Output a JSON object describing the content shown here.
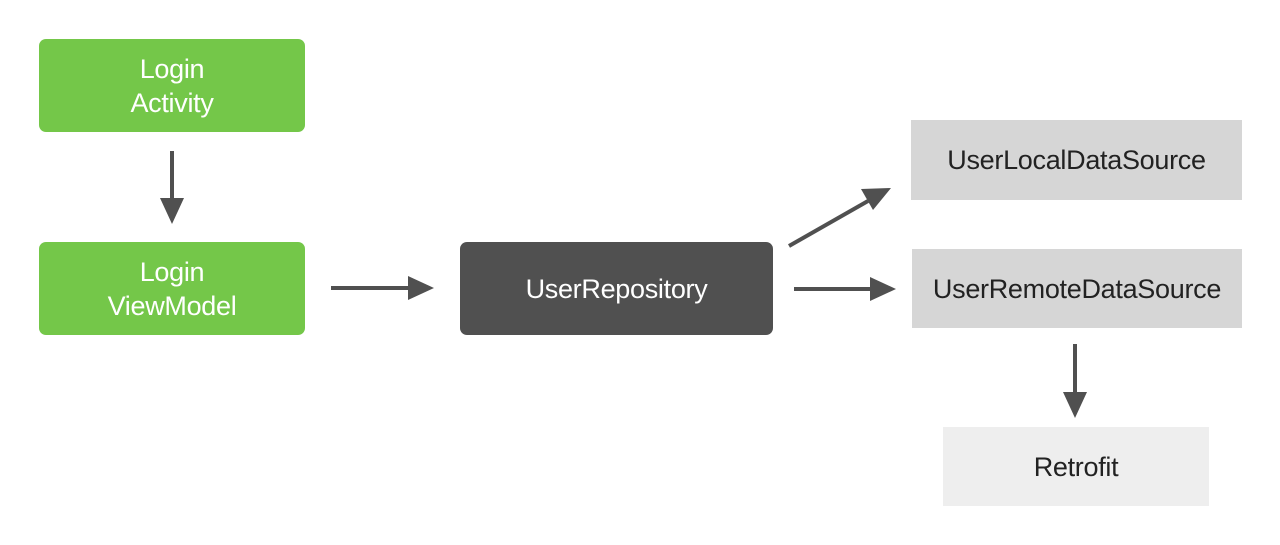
{
  "nodes": {
    "login_activity": {
      "line1": "Login",
      "line2": "Activity"
    },
    "login_viewmodel": {
      "line1": "Login",
      "line2": "ViewModel"
    },
    "user_repository": {
      "label": "UserRepository"
    },
    "user_local_data_source": {
      "label": "UserLocalDataSource"
    },
    "user_remote_data_source": {
      "label": "UserRemoteDataSource"
    },
    "retrofit": {
      "label": "Retrofit"
    }
  },
  "edges": [
    {
      "from": "login_activity",
      "to": "login_viewmodel"
    },
    {
      "from": "login_viewmodel",
      "to": "user_repository"
    },
    {
      "from": "user_repository",
      "to": "user_local_data_source"
    },
    {
      "from": "user_repository",
      "to": "user_remote_data_source"
    },
    {
      "from": "user_remote_data_source",
      "to": "retrofit"
    }
  ],
  "colors": {
    "view_layer": "#74c749",
    "repository": "#505050",
    "data_source": "#d6d6d6",
    "library": "#eeeeee",
    "arrow": "#505050"
  }
}
